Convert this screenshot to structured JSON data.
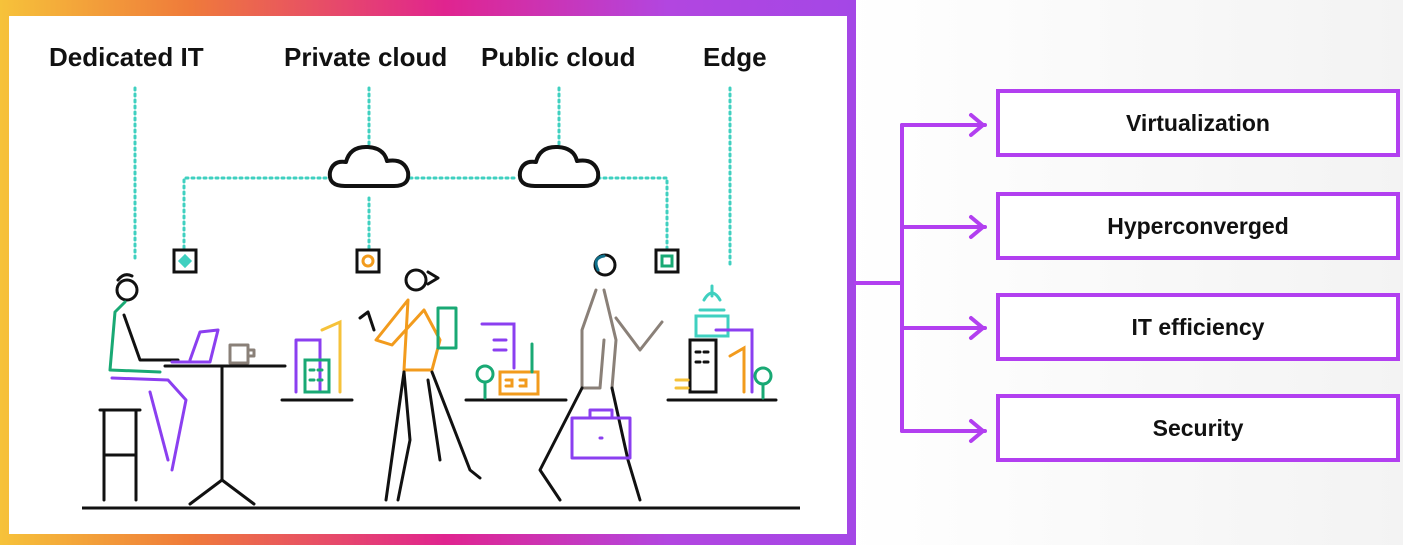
{
  "columns": {
    "dedicated_it": "Dedicated IT",
    "private_cloud": "Private cloud",
    "public_cloud": "Public cloud",
    "edge": "Edge"
  },
  "outcomes": [
    "Virtualization",
    "Hyperconverged",
    "IT efficiency",
    "Security"
  ],
  "colors": {
    "accent_purple": "#b23ff0",
    "teal_dotted": "#3fd0c0",
    "orange": "#f29b1d",
    "green": "#19a974",
    "yellow": "#f6c23a",
    "frame_gradient": [
      "#f6c23a",
      "#ef7b3a",
      "#e0248f",
      "#b246e0"
    ]
  },
  "icons": [
    "cloud-icon",
    "server-node-icon",
    "laptop-icon",
    "building-icon",
    "briefcase-icon",
    "arrow-icon"
  ]
}
